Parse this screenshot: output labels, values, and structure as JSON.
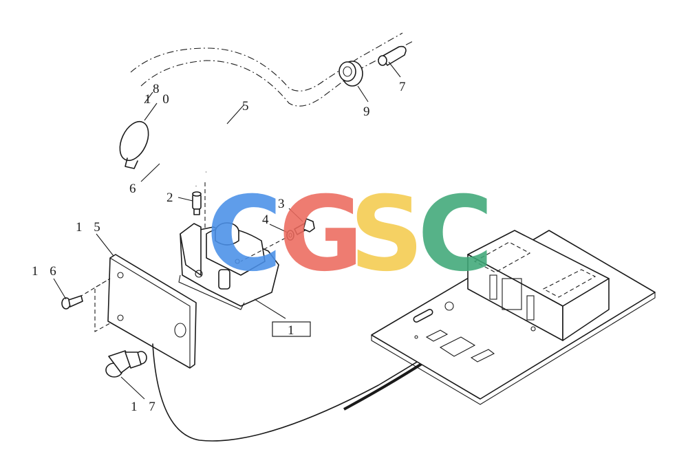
{
  "diagram": {
    "callouts": {
      "c1": "1",
      "c2": "2",
      "c3": "3",
      "c4": "4",
      "c5": "5",
      "c6": "6",
      "c7": "7",
      "c8": "8",
      "c9": "9",
      "c10": "1 0",
      "c15": "1 5",
      "c16": "1 6",
      "c17": "1 7"
    }
  },
  "watermark": {
    "letters": [
      "C",
      "G",
      "S",
      "C"
    ],
    "colors": [
      "#4a90e8",
      "#ec6a5e",
      "#f4cb4e",
      "#3fa878"
    ]
  }
}
